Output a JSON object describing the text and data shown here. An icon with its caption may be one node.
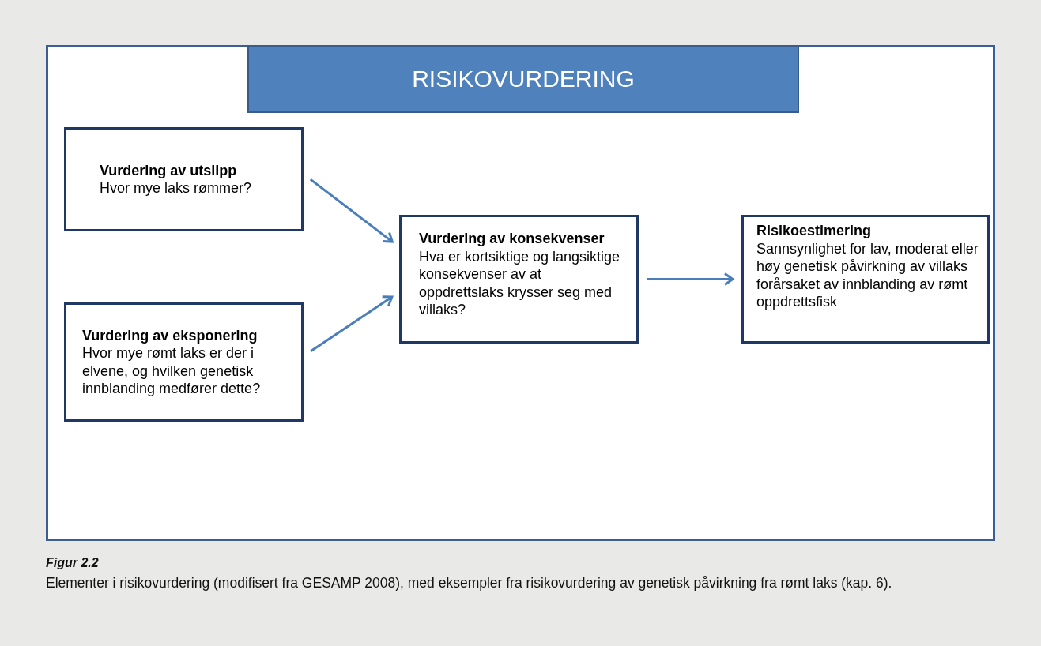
{
  "diagram": {
    "caption": "Elementer i risikovurdering (modifisert fra GESAMP 2008), med eksempler fra risikovurdering av genetisk påvirkning fra rømt laks (kap. 6).",
    "nodes": [
      {
        "text": [],
        "shape": "box"
      },
      {
        "text": [
          "RISIKOVURDERING"
        ],
        "in": 0
      },
      {
        "text": [
          "Vurdering av utslipp",
          "Hvor mye laks rømmer?"
        ],
        "in": 0
      },
      {
        "text": [
          "Vurdering av eksponering",
          "Hvor mye rømt laks er der i elvene, og hvilken genetisk innblanding medfører dette?"
        ],
        "in": 0
      },
      {
        "text": [
          "Vurdering av konsekvenser",
          "Hva er kortsiktige og langsiktige konsekvenser av at oppdrettslaks krysser seg med villaks?"
        ],
        "in": 0
      },
      {
        "text": [
          "Risikoestimering",
          "Sannsynlighet for lav, moderat eller høy genetisk påvirkning av villaks forårsaket av innblanding av rømt oppdrettsfisk"
        ],
        "in": 0
      }
    ],
    "edges": [
      {
        "from": 2,
        "to": 4,
        "arrow": "to"
      },
      {
        "from": 3,
        "to": 4,
        "arrow": "to"
      },
      {
        "from": 4,
        "to": 5,
        "arrow": "to"
      }
    ],
    "labels": [
      "Figur 2.2"
    ]
  }
}
